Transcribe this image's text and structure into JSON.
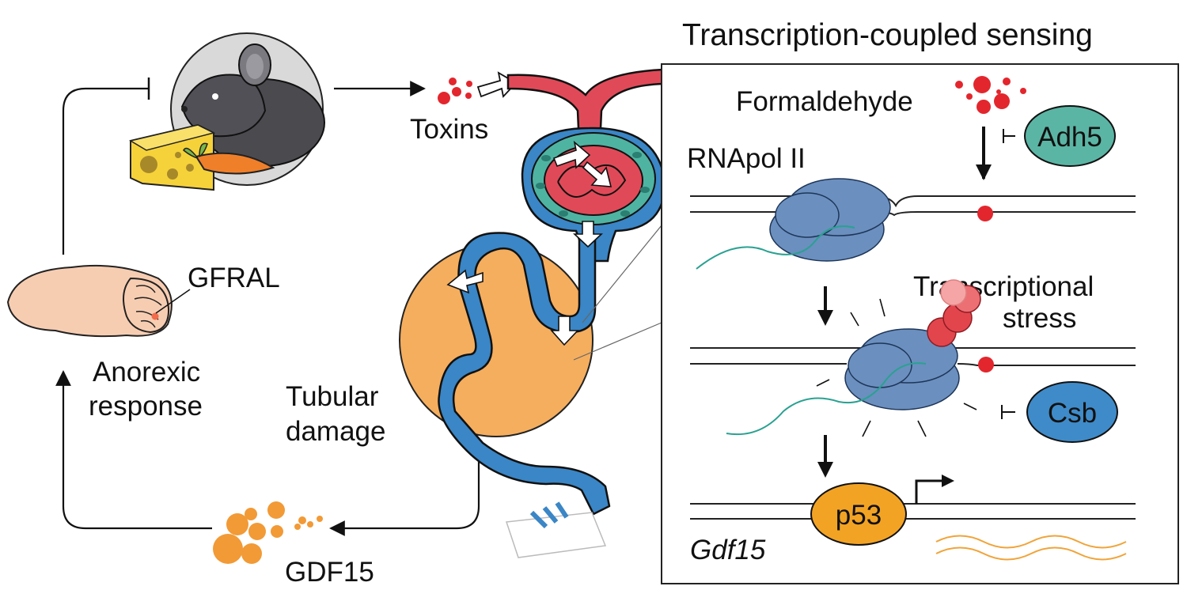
{
  "panel": {
    "title": "Transcription-coupled sensing",
    "formaldehyde": "Formaldehyde",
    "adh5": "Adh5",
    "rnapol": "RNApol II",
    "stress_line1": "Transcriptional",
    "stress_line2": "stress",
    "csb": "Csb",
    "p53": "p53",
    "gene": "Gdf15"
  },
  "cycle": {
    "toxins": "Toxins",
    "tubular_line1": "Tubular",
    "tubular_line2": "damage",
    "gdf15": "GDF15",
    "anorexic_line1": "Anorexic",
    "anorexic_line2": "response",
    "gfral": "GFRAL"
  },
  "colors": {
    "toxin_red": "#e3262d",
    "kidney_blue": "#3a86c6",
    "glomerulus_red": "#e04a58",
    "bowman_green": "#4fb3a2",
    "damage_orange": "#f5ae5e",
    "gdf15_orange": "#f29a36",
    "rnapol_blue": "#6b8fbf",
    "adh5_green": "#5bb5a4",
    "csb_blue": "#3f8bc9",
    "p53_orange": "#f3a324",
    "brain_pink": "#f7cdb2",
    "transcript_teal": "#2aa191",
    "mrna_orange": "#f0a43a"
  },
  "icons": [
    "mouse-icon",
    "cheese-icon",
    "carrot-icon",
    "brain-icon",
    "kidney-nephron-icon"
  ]
}
